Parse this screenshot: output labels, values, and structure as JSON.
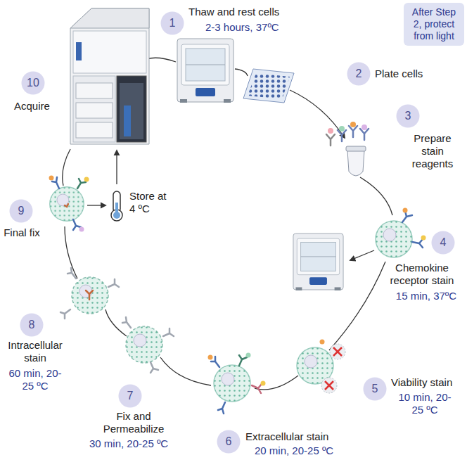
{
  "diagram": {
    "nodes": [
      {
        "text": [
          "1",
          "Thaw and rest cells",
          "2-3 hours, 37ºC"
        ]
      },
      {
        "text": [
          "2",
          "Plate cells"
        ]
      },
      {
        "text": [
          "3",
          "Prepare stain reagents"
        ]
      },
      {
        "text": [
          "4",
          "Chemokine receptor stain",
          "15 min, 37ºC"
        ]
      },
      {
        "text": [
          "5",
          "Viability stain",
          "10 min, 20-25 ºC"
        ]
      },
      {
        "text": [
          "6",
          "Extracellular stain",
          "20 min, 20-25 ºC"
        ]
      },
      {
        "text": [
          "7",
          "Fix and Permeabilize",
          "30 min, 20-25 ºC"
        ]
      },
      {
        "text": [
          "8",
          "Intracellular stain",
          "60 min, 20-25 ºC"
        ]
      },
      {
        "text": [
          "9",
          "Final fix"
        ]
      },
      {
        "text": [
          "10",
          "Acquire"
        ]
      },
      {
        "text": [
          "After Step 2, protect from light"
        ]
      }
    ],
    "labels": [
      "Store at 4 ºC"
    ]
  }
}
